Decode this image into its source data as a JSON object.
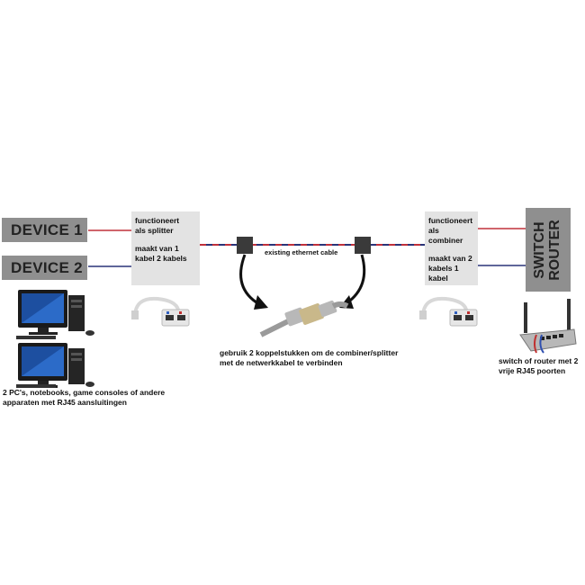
{
  "devices": {
    "device1": "DEVICE 1",
    "device2": "DEVICE 2"
  },
  "splitter_note": {
    "line1": "functioneert",
    "line2": "als splitter",
    "line3": "maakt van 1",
    "line4": "kabel 2 kabels"
  },
  "combiner_note": {
    "line1": "functioneert",
    "line2": "als combiner",
    "line3": "maakt van 2",
    "line4": "kabels 1 kabel"
  },
  "switch": {
    "line1": "SWITCH",
    "line2": "ROUTER"
  },
  "cable_label": "existing ethernet cable",
  "coupler_caption": {
    "line1": "gebruik 2 koppelstukken om de combiner/splitter",
    "line2": "met de netwerkkabel te verbinden"
  },
  "pc_caption": {
    "line1": "2 PC's, notebooks, game consoles of andere",
    "line2": "apparaten met RJ45 aansluitingen"
  },
  "router_caption": {
    "line1": "switch of router met 2",
    "line2": "vrije RJ45 poorten"
  },
  "colors": {
    "red_line": "#c0303a",
    "blue_line": "#2a3478",
    "label_gray": "#8f8f8f",
    "box_gray": "#e3e3e3",
    "coupler": "#3a3a3a"
  }
}
